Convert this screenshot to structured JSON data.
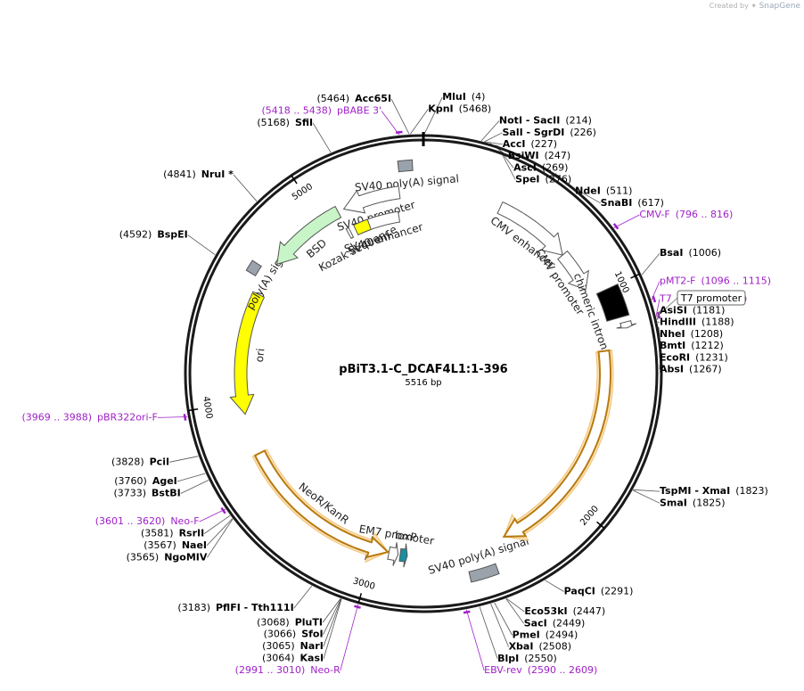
{
  "credit": {
    "prefix": "Created by",
    "brand": "SnapGene"
  },
  "plasmid": {
    "name": "pBiT3.1-C_DCAF4L1:1-396",
    "size_label": "5516 bp",
    "length": 5516
  },
  "ticks": [
    "1000",
    "2000",
    "3000",
    "4000",
    "5000"
  ],
  "enzymes": [
    {
      "pos": "(5464)",
      "name": "Acc65I",
      "site": 5464,
      "side": "L"
    },
    {
      "pos": "(5468)",
      "name": "KpnI",
      "site": 5468,
      "side": "R"
    },
    {
      "pos": "(4)",
      "name": "MluI",
      "site": 4,
      "side": "R"
    },
    {
      "pos": "(214)",
      "name": "NotI  - SacII",
      "site": 214,
      "side": "R"
    },
    {
      "pos": "(226)",
      "name": "SalI  - SgrDI",
      "site": 226,
      "side": "R"
    },
    {
      "pos": "(227)",
      "name": "AccI",
      "site": 227,
      "side": "R"
    },
    {
      "pos": "(247)",
      "name": "BsiWI",
      "site": 247,
      "side": "R"
    },
    {
      "pos": "(269)",
      "name": "AscI",
      "site": 269,
      "side": "R"
    },
    {
      "pos": "(276)",
      "name": "SpeI",
      "site": 276,
      "side": "R"
    },
    {
      "pos": "(511)",
      "name": "NdeI",
      "site": 511,
      "side": "R"
    },
    {
      "pos": "(617)",
      "name": "SnaBI",
      "site": 617,
      "side": "R"
    },
    {
      "pos": "(1006)",
      "name": "BsaI",
      "site": 1006,
      "side": "R"
    },
    {
      "pos": "(1181)",
      "name": "AsiSI",
      "site": 1181,
      "side": "R"
    },
    {
      "pos": "(1188)",
      "name": "HindIII",
      "site": 1188,
      "side": "R"
    },
    {
      "pos": "(1208)",
      "name": "NheI",
      "site": 1208,
      "side": "R"
    },
    {
      "pos": "(1212)",
      "name": "BmtI",
      "site": 1212,
      "side": "R"
    },
    {
      "pos": "(1231)",
      "name": "EcoRI",
      "site": 1231,
      "side": "R"
    },
    {
      "pos": "(1267)",
      "name": "AbsI",
      "site": 1267,
      "side": "R"
    },
    {
      "pos": "(1823)",
      "name": "TspMI  - XmaI",
      "site": 1823,
      "side": "R"
    },
    {
      "pos": "(1825)",
      "name": "SmaI",
      "site": 1825,
      "side": "R"
    },
    {
      "pos": "(2291)",
      "name": "PaqCI",
      "site": 2291,
      "side": "R"
    },
    {
      "pos": "(2447)",
      "name": "Eco53kI",
      "site": 2447,
      "side": "R"
    },
    {
      "pos": "(2449)",
      "name": "SacI",
      "site": 2449,
      "side": "R"
    },
    {
      "pos": "(2494)",
      "name": "PmeI",
      "site": 2494,
      "side": "R"
    },
    {
      "pos": "(2508)",
      "name": "XbaI",
      "site": 2508,
      "side": "R"
    },
    {
      "pos": "(2550)",
      "name": "BlpI",
      "site": 2550,
      "side": "R"
    },
    {
      "pos": "(3064)",
      "name": "KasI",
      "site": 3064,
      "side": "L"
    },
    {
      "pos": "(3065)",
      "name": "NarI",
      "site": 3065,
      "side": "L"
    },
    {
      "pos": "(3066)",
      "name": "SfoI",
      "site": 3066,
      "side": "L"
    },
    {
      "pos": "(3068)",
      "name": "PluTI",
      "site": 3068,
      "side": "L"
    },
    {
      "pos": "(3183)",
      "name": "PflFI  - Tth111I",
      "site": 3183,
      "side": "L"
    },
    {
      "pos": "(3565)",
      "name": "NgoMIV",
      "site": 3565,
      "side": "L"
    },
    {
      "pos": "(3567)",
      "name": "NaeI",
      "site": 3567,
      "side": "L"
    },
    {
      "pos": "(3581)",
      "name": "RsrII",
      "site": 3581,
      "side": "L"
    },
    {
      "pos": "(3733)",
      "name": "BstBI",
      "site": 3733,
      "side": "L"
    },
    {
      "pos": "(3760)",
      "name": "AgeI",
      "site": 3760,
      "side": "L"
    },
    {
      "pos": "(3828)",
      "name": "PciI",
      "site": 3828,
      "side": "L"
    },
    {
      "pos": "(4592)",
      "name": "BspEI",
      "site": 4592,
      "side": "L"
    },
    {
      "pos": "(4841)",
      "name": "NruI *",
      "site": 4841,
      "side": "L"
    },
    {
      "pos": "(5168)",
      "name": "SfiI",
      "site": 5168,
      "side": "L"
    }
  ],
  "primers": [
    {
      "range": "(5418 .. 5438)",
      "name": "pBABE 3'",
      "center": 5428,
      "side": "L"
    },
    {
      "range": "(796 .. 816)",
      "name": "CMV-F",
      "center": 806,
      "side": "R"
    },
    {
      "range": "(1096 .. 1115)",
      "name": "pMT2-F",
      "center": 1105,
      "side": "R"
    },
    {
      "range": "(1157 .. 1176)",
      "name": "T7",
      "center": 1166,
      "side": "R"
    },
    {
      "range": "(2590 .. 2609)",
      "name": "EBV-rev",
      "center": 2600,
      "side": "R"
    },
    {
      "range": "(2991 .. 3010)",
      "name": "Neo-R",
      "center": 3000,
      "side": "L"
    },
    {
      "range": "(3601 .. 3620)",
      "name": "Neo-F",
      "center": 3610,
      "side": "L"
    },
    {
      "range": "(3969 .. 3988)",
      "name": "pBR322ori-F",
      "center": 3978,
      "side": "L"
    }
  ],
  "promoter_box": "T7 promoter",
  "features": [
    {
      "name": "SV40 poly(A) signal",
      "start": 5410,
      "end": 5470,
      "type": "box",
      "color": "#9aa3ab"
    },
    {
      "name": "CMV enhancer",
      "start": 380,
      "end": 760,
      "type": "arrow",
      "color": "#ffffff",
      "dir": 1
    },
    {
      "name": "CMV promoter",
      "start": 760,
      "end": 960,
      "type": "arrow",
      "color": "#ffffff",
      "dir": 1
    },
    {
      "name": "chimeric intron",
      "start": 1000,
      "end": 1135,
      "type": "bar",
      "color": "#000000"
    },
    {
      "name": "",
      "start": 1160,
      "end": 1185,
      "type": "arrow",
      "color": "#ffffff",
      "dir": 1
    },
    {
      "name": "SV40 poly(A) signal",
      "start": 2440,
      "end": 2560,
      "type": "box",
      "color": "#9aa3ab"
    },
    {
      "name": "loxP",
      "start": 2835,
      "end": 2870,
      "type": "arrow",
      "color": "#1a8fa0",
      "dir": -1
    },
    {
      "name": "EM7 promoter",
      "start": 2880,
      "end": 2925,
      "type": "arrow",
      "color": "#ffffff",
      "dir": -1
    },
    {
      "name": "NeoR/KanR",
      "start": 2935,
      "end": 3730,
      "type": "arrow",
      "color": "#c8f5c8",
      "dir": -1
    },
    {
      "name": "ori",
      "start": 3940,
      "end": 4530,
      "type": "arrow",
      "color": "#ffff00",
      "dir": -1
    },
    {
      "name": "poly(A) signal",
      "start": 4600,
      "end": 4650,
      "type": "box",
      "color": "#9aa3ab"
    },
    {
      "name": "BSD",
      "start": 4700,
      "end": 5090,
      "type": "arrow",
      "color": "#c8f5c8",
      "dir": -1
    },
    {
      "name": "SV40 promoter",
      "start": 5120,
      "end": 5400,
      "type": "arrow",
      "color": "#ffffff",
      "dir": -1
    },
    {
      "name": "SV40 enhancer",
      "start": 5150,
      "end": 5380,
      "type": "box",
      "color": "#ffffff"
    },
    {
      "name": "SV40 ori",
      "start": 5130,
      "end": 5210,
      "type": "box",
      "color": "#ffff00"
    },
    {
      "name": "Kozak sequence",
      "start": 5085,
      "end": 5100,
      "type": "box",
      "color": "#ffffff"
    },
    {
      "name": "",
      "start": 1270,
      "end": 2355,
      "type": "arrow",
      "color": "#ffffff",
      "dir": 1,
      "highlight": true
    },
    {
      "name": "",
      "start": 2930,
      "end": 3740,
      "type": "arrow",
      "color": "#ffffff",
      "dir": -1,
      "highlight": true
    }
  ]
}
